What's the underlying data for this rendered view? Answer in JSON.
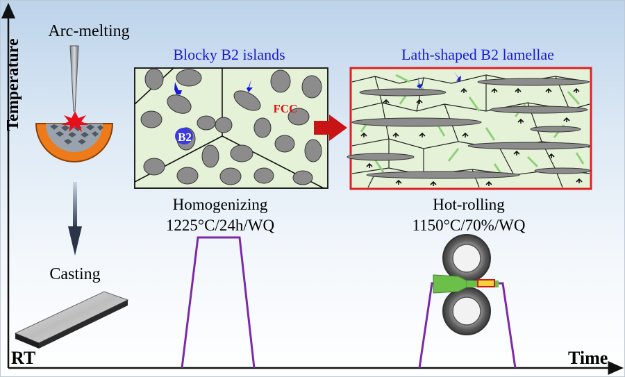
{
  "axes": {
    "y_label": "Temperature",
    "x_label": "Time",
    "origin_label": "RT"
  },
  "steps": {
    "arc_melting": "Arc-melting",
    "casting": "Casting",
    "homogenizing": {
      "name": "Homogenizing",
      "condition": "1225°C/24h/WQ"
    },
    "hot_rolling": {
      "name": "Hot-rolling",
      "condition": "1150°C/70%/WQ"
    }
  },
  "micrographs": {
    "left": {
      "title": "Blocky B2 islands",
      "phase_fcc": "FCC",
      "phase_b2": "B2"
    },
    "right": {
      "title": "Lath-shaped B2 lamellae"
    }
  },
  "colors": {
    "title_blue": "#1a1ad6",
    "fcc_red": "#e01010",
    "profile_purple": "#7a2aa8",
    "matrix_green": "#e6f2d8",
    "particle_gray": "#8c8c8c",
    "crucible_orange": "#ee7b1a",
    "arrow_red": "#c81414",
    "frame_red": "#e02020"
  }
}
